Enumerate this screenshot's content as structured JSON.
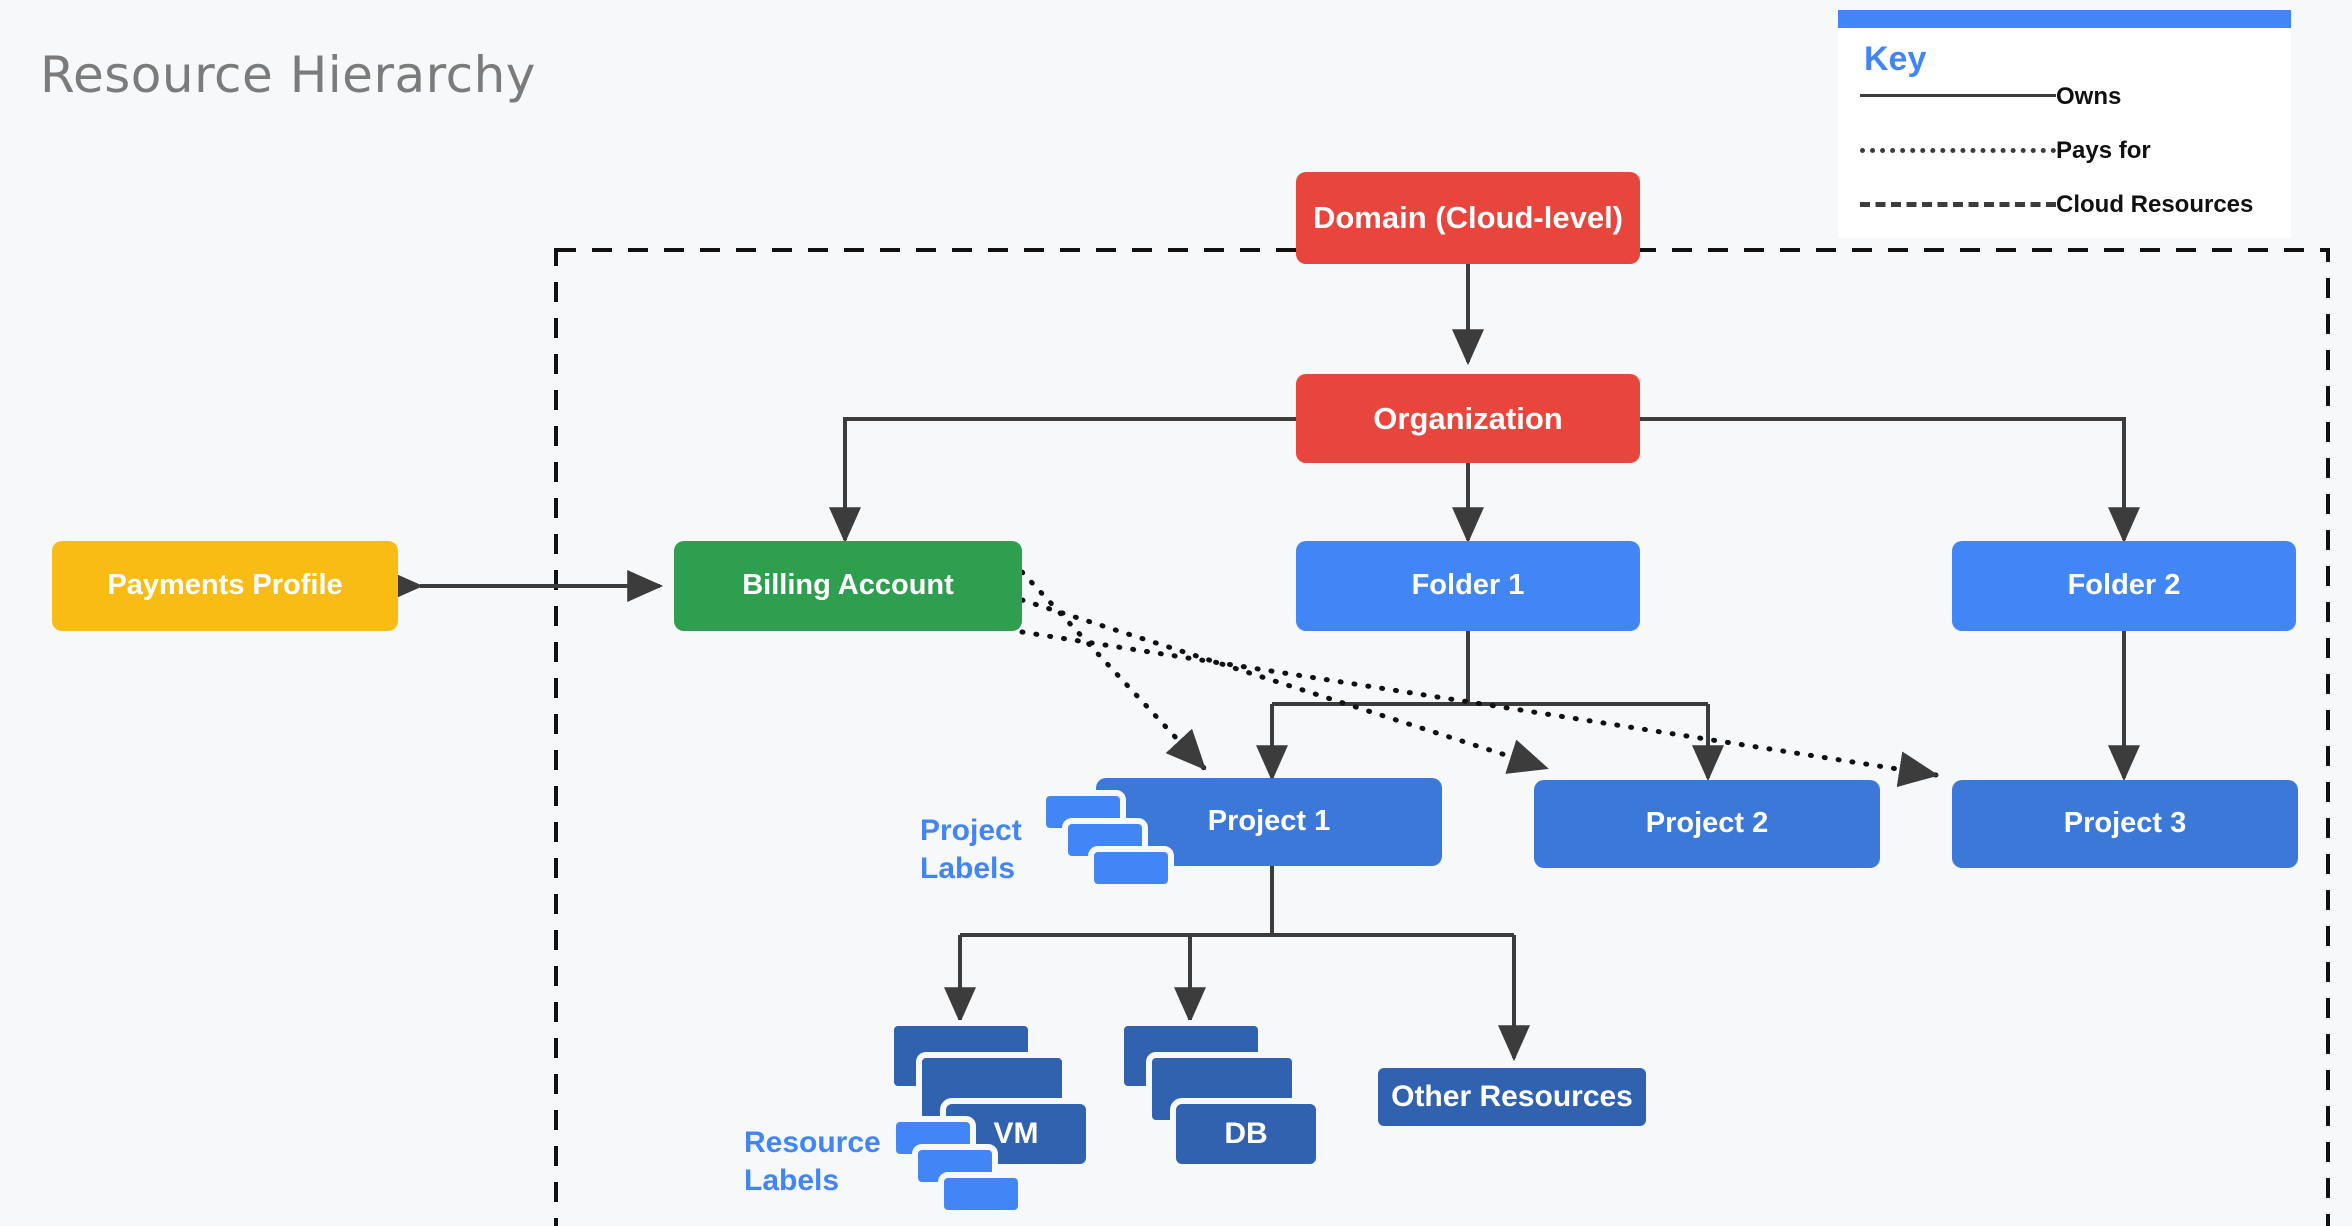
{
  "page": {
    "title": "Resource Hierarchy",
    "background": "#f6f8fa"
  },
  "legend": {
    "title": "Key",
    "accent_color": "#4285F4",
    "items": [
      {
        "style": "solid",
        "label": "Owns"
      },
      {
        "style": "dotted",
        "label": "Pays for"
      },
      {
        "style": "dashed",
        "label": "Cloud Resources"
      }
    ]
  },
  "nodes": {
    "domain": {
      "label": "Domain (Cloud-level)",
      "color": "#E8453C"
    },
    "organization": {
      "label": "Organization",
      "color": "#E8453C"
    },
    "payments": {
      "label": "Payments Profile",
      "color": "#F9BC15"
    },
    "billing": {
      "label": "Billing Account",
      "color": "#2E9E4F"
    },
    "folder1": {
      "label": "Folder 1",
      "color": "#4285F4"
    },
    "folder2": {
      "label": "Folder 2",
      "color": "#4285F4"
    },
    "project1": {
      "label": "Project 1",
      "color": "#3C78D8"
    },
    "project2": {
      "label": "Project 2",
      "color": "#3C78D8"
    },
    "project3": {
      "label": "Project 3",
      "color": "#3C78D8"
    },
    "vm": {
      "label": "VM",
      "color": "#3062B0"
    },
    "db": {
      "label": "DB",
      "color": "#3062B0"
    },
    "other_resources": {
      "label": "Other Resources",
      "color": "#3062B0"
    }
  },
  "annotations": {
    "project_labels": {
      "line1": "Project",
      "line2": "Labels",
      "color": "#4285F4"
    },
    "resource_labels": {
      "line1": "Resource",
      "line2": "Labels",
      "color": "#4285F4"
    }
  },
  "chart_data": {
    "type": "diagram",
    "title": "Resource Hierarchy",
    "edges": [
      {
        "from": "domain",
        "to": "organization",
        "style": "solid",
        "arrows": "both"
      },
      {
        "from": "organization",
        "to": "billing",
        "style": "solid",
        "arrows": "end"
      },
      {
        "from": "organization",
        "to": "folder1",
        "style": "solid",
        "arrows": "end"
      },
      {
        "from": "organization",
        "to": "folder2",
        "style": "solid",
        "arrows": "end"
      },
      {
        "from": "payments",
        "to": "billing",
        "style": "solid",
        "arrows": "both"
      },
      {
        "from": "folder1",
        "to": "project1",
        "style": "solid",
        "arrows": "end"
      },
      {
        "from": "folder1",
        "to": "project2",
        "style": "solid",
        "arrows": "end"
      },
      {
        "from": "folder2",
        "to": "project3",
        "style": "solid",
        "arrows": "end"
      },
      {
        "from": "billing",
        "to": "project1",
        "style": "dotted",
        "arrows": "end"
      },
      {
        "from": "billing",
        "to": "project2",
        "style": "dotted",
        "arrows": "end"
      },
      {
        "from": "billing",
        "to": "project3",
        "style": "dotted",
        "arrows": "end"
      },
      {
        "from": "project1",
        "to": "vm",
        "style": "solid",
        "arrows": "end"
      },
      {
        "from": "project1",
        "to": "db",
        "style": "solid",
        "arrows": "end"
      },
      {
        "from": "project1",
        "to": "other_resources",
        "style": "solid",
        "arrows": "end"
      }
    ],
    "cloud_boundary": {
      "style": "dashed",
      "label": "Cloud Resources"
    }
  }
}
